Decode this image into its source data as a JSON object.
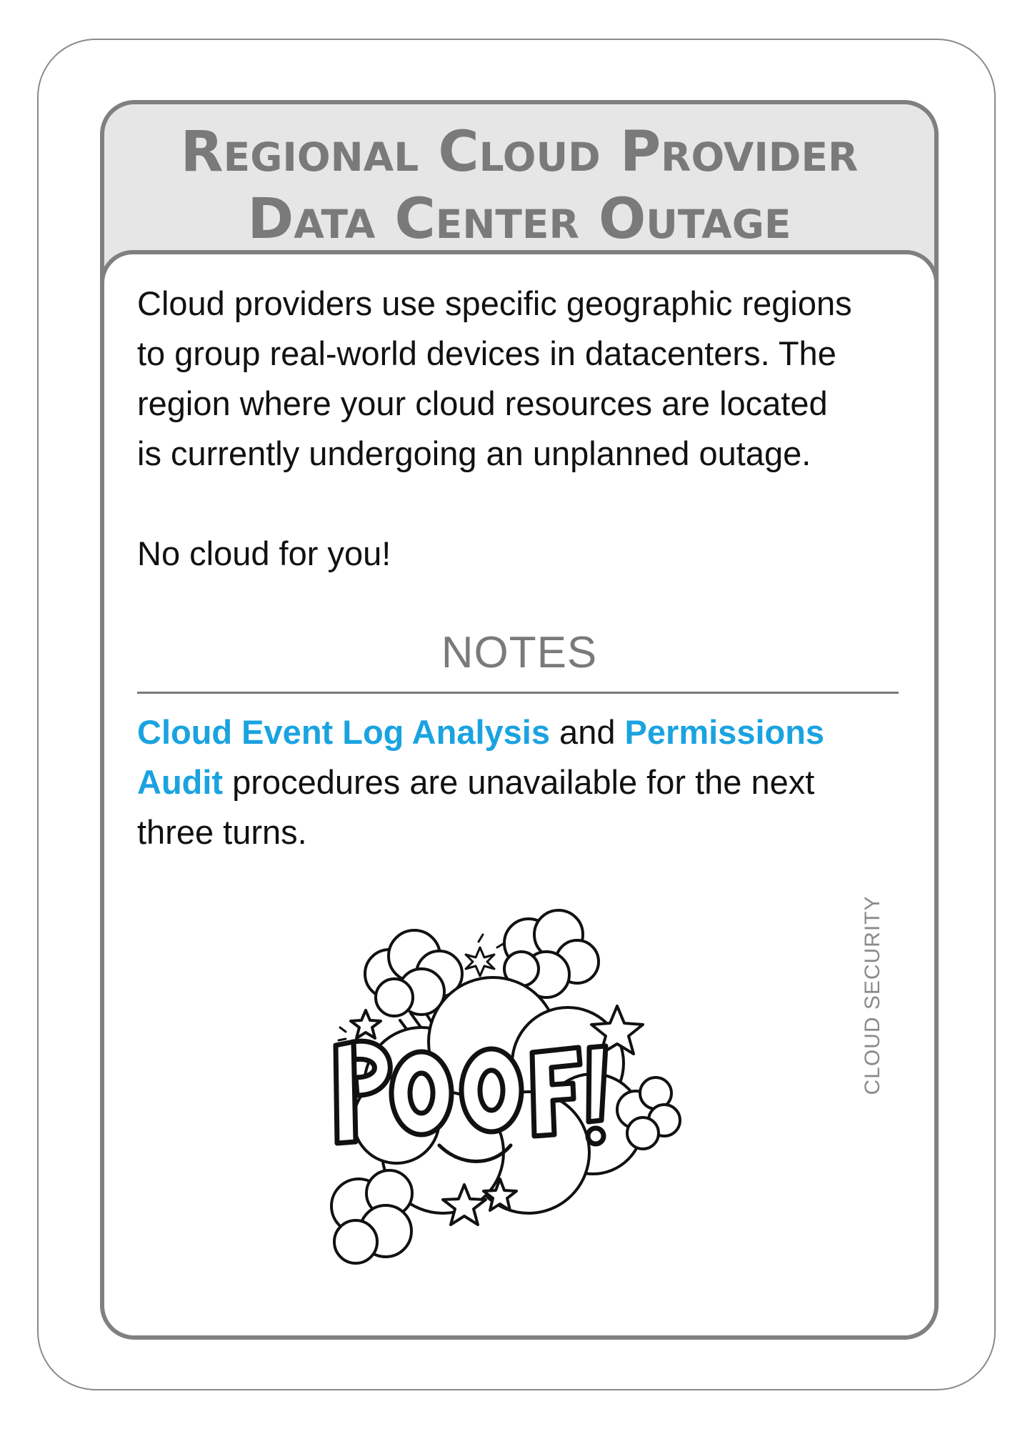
{
  "card": {
    "title_line1": "Regional Cloud Provider",
    "title_line2": "Data Center Outage",
    "description_line1": "Cloud providers use specific geographic regions",
    "description_line2": "to group real-world devices in datacenters. The",
    "description_line3": "region where your cloud resources are located",
    "description_line4": "is currently undergoing an unplanned outage.",
    "tagline": "No cloud for you!",
    "notes_heading": "NOTES",
    "notes": {
      "highlight1": "Cloud Event Log Analysis",
      "text1": " and ",
      "highlight2_part1": "Permissions",
      "highlight2_part2": "Audit",
      "text2": " procedures are unavailable for the next",
      "text3": "three turns."
    },
    "category": "CLOUD SECURITY",
    "illustration": {
      "icon": "poof-explosion-icon",
      "word": "POOF!"
    }
  },
  "colors": {
    "title_gray": "#7a7a7a",
    "frame_gray": "#808080",
    "header_fill": "#e6e6e6",
    "highlight_blue": "#1aa3e0"
  }
}
